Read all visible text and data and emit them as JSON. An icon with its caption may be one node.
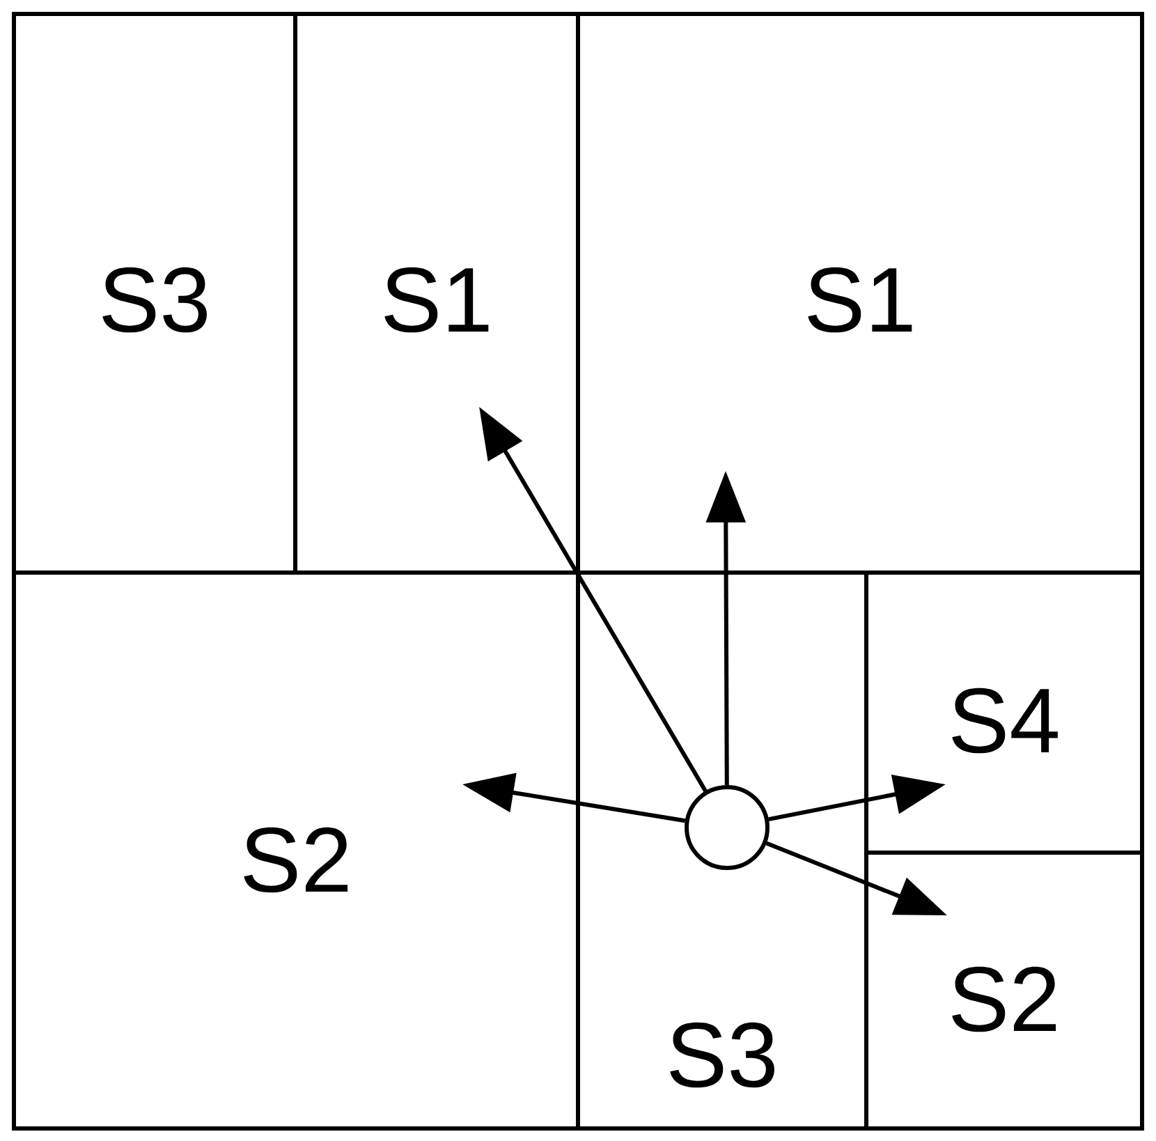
{
  "diagram": {
    "nodes": [
      {
        "text": [
          "S3"
        ]
      },
      {
        "text": [
          "S1"
        ]
      },
      {
        "text": [
          "S1"
        ]
      },
      {
        "text": [
          "S2"
        ]
      },
      {
        "text": [
          "S3"
        ]
      },
      {
        "text": [
          "S4"
        ]
      },
      {
        "text": [
          "S2"
        ]
      },
      {
        "text": [],
        "shape": "circle",
        "in": 4
      }
    ],
    "edges": [
      {
        "from": 7,
        "to": 1,
        "arrow": "to"
      },
      {
        "from": 7,
        "to": 2,
        "arrow": "to"
      },
      {
        "from": 7,
        "to": 3,
        "arrow": "to"
      },
      {
        "from": 7,
        "to": 5,
        "arrow": "to"
      },
      {
        "from": 7,
        "to": 6,
        "arrow": "to"
      }
    ]
  }
}
